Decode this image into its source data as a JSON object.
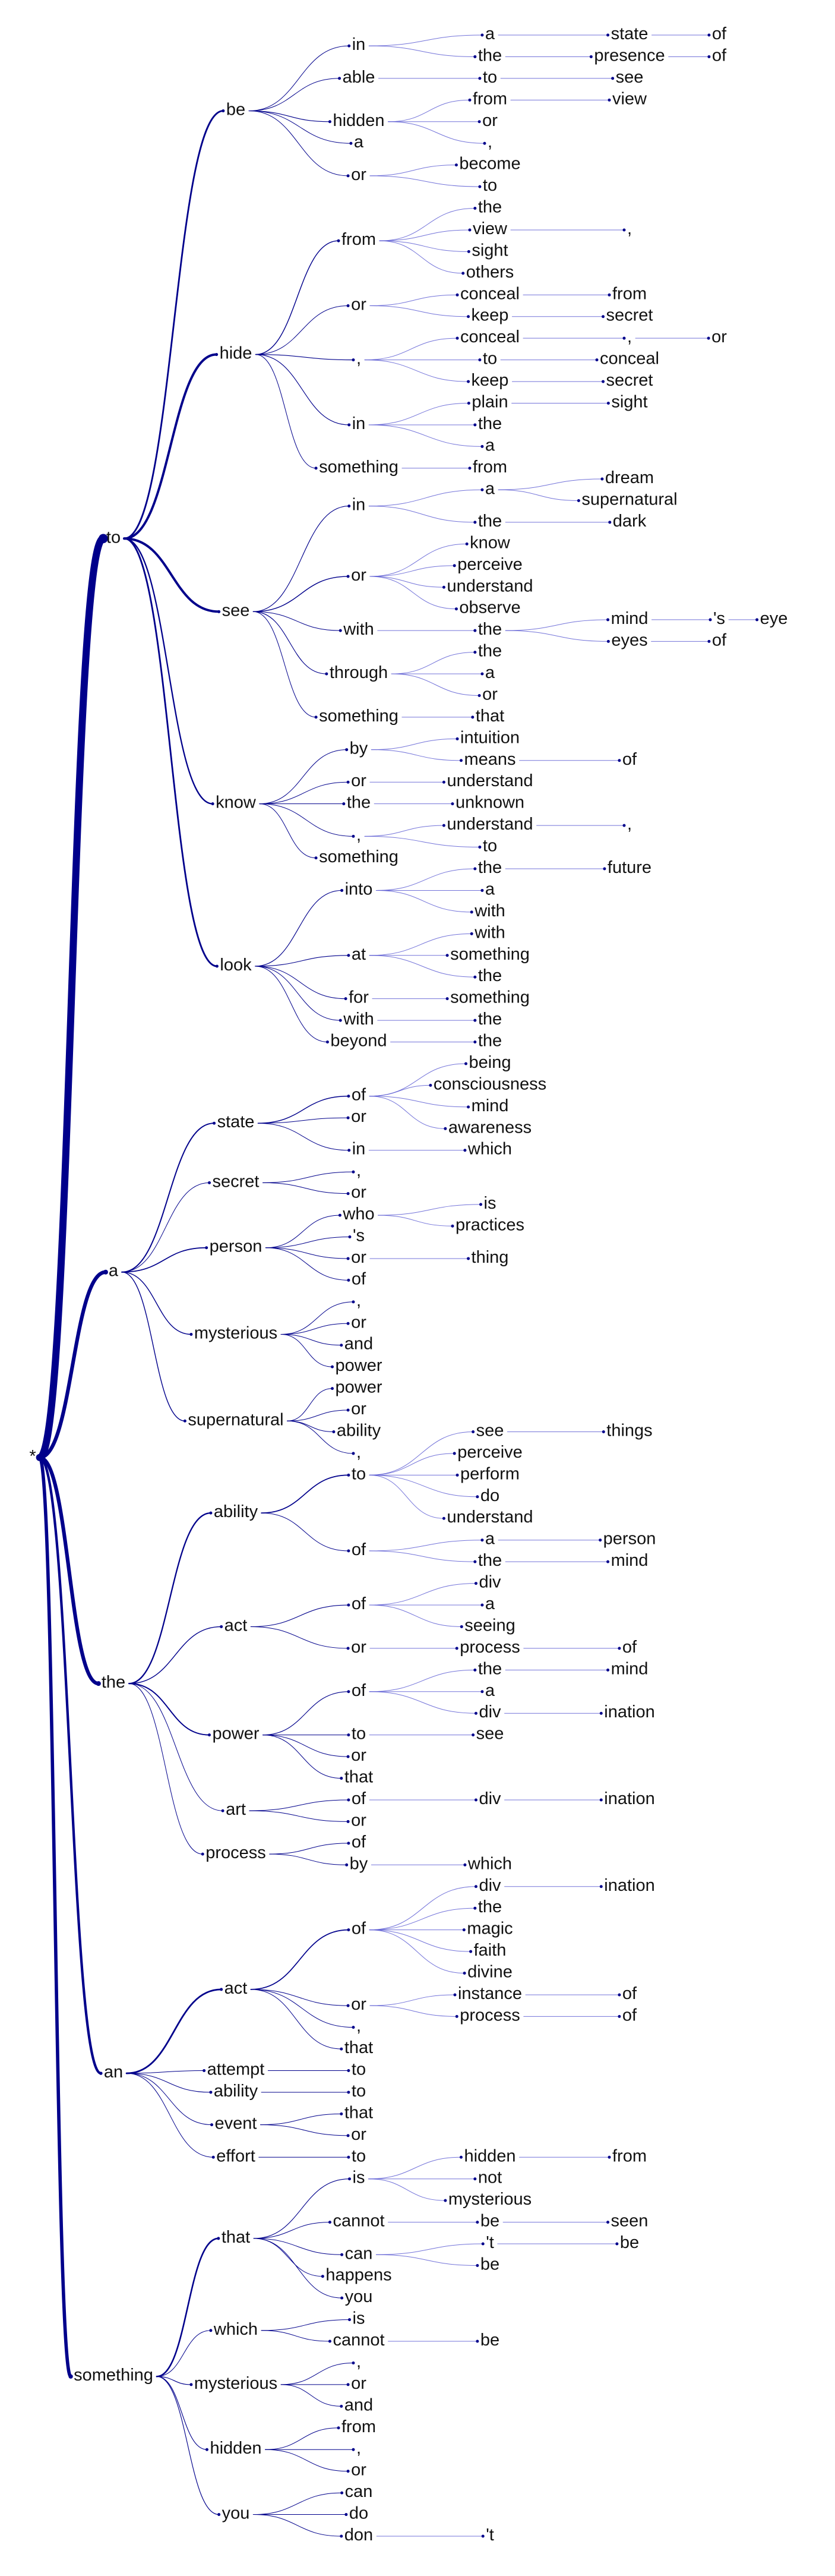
{
  "word_tree": {
    "colors": {
      "strong": "#00008b",
      "light": "#5a5ad2"
    },
    "root": [
      "*",
      [
        [
          "to",
          [
            [
              "be",
              [
                [
                  "in",
                  [
                    [
                      "a",
                      [
                        [
                          "state",
                          [
                            "of"
                          ]
                        ]
                      ]
                    ],
                    [
                      "the",
                      [
                        [
                          "presence",
                          [
                            "of"
                          ]
                        ]
                      ]
                    ]
                  ]
                ],
                [
                  "able",
                  [
                    [
                      "to",
                      [
                        "see"
                      ]
                    ]
                  ]
                ],
                [
                  "hidden",
                  [
                    [
                      "from",
                      [
                        "view"
                      ]
                    ],
                    "or",
                    ","
                  ]
                ],
                "a",
                [
                  "or",
                  [
                    "become",
                    "to"
                  ]
                ]
              ]
            ],
            [
              "hide",
              [
                [
                  "from",
                  [
                    "the",
                    [
                      "view",
                      [
                        ","
                      ]
                    ],
                    "sight",
                    "others"
                  ]
                ],
                [
                  "or",
                  [
                    [
                      "conceal",
                      [
                        "from"
                      ]
                    ],
                    [
                      "keep",
                      [
                        "secret"
                      ]
                    ]
                  ]
                ],
                [
                  ",",
                  [
                    [
                      "conceal",
                      [
                        [
                          ",",
                          [
                            "or"
                          ]
                        ]
                      ]
                    ],
                    [
                      "to",
                      [
                        "conceal"
                      ]
                    ],
                    [
                      "keep",
                      [
                        "secret"
                      ]
                    ]
                  ]
                ],
                [
                  "in",
                  [
                    [
                      "plain",
                      [
                        "sight"
                      ]
                    ],
                    "the",
                    "a"
                  ]
                ],
                [
                  "something",
                  [
                    "from"
                  ]
                ]
              ]
            ],
            [
              "see",
              [
                [
                  "in",
                  [
                    [
                      "a",
                      [
                        "dream",
                        "supernatural"
                      ]
                    ],
                    [
                      "the",
                      [
                        "dark"
                      ]
                    ]
                  ]
                ],
                [
                  "or",
                  [
                    "know",
                    "perceive",
                    "understand",
                    "observe"
                  ]
                ],
                [
                  "with",
                  [
                    [
                      "the",
                      [
                        [
                          "mind",
                          [
                            [
                              "'s",
                              [
                                "eye"
                              ]
                            ]
                          ]
                        ],
                        [
                          "eyes",
                          [
                            "of"
                          ]
                        ]
                      ]
                    ]
                  ]
                ],
                [
                  "through",
                  [
                    "the",
                    "a",
                    "or"
                  ]
                ],
                [
                  "something",
                  [
                    "that"
                  ]
                ]
              ]
            ],
            [
              "know",
              [
                [
                  "by",
                  [
                    "intuition",
                    [
                      "means",
                      [
                        "of"
                      ]
                    ]
                  ]
                ],
                [
                  "or",
                  [
                    "understand"
                  ]
                ],
                [
                  "the",
                  [
                    "unknown"
                  ]
                ],
                [
                  ",",
                  [
                    [
                      "understand",
                      [
                        ","
                      ]
                    ],
                    "to"
                  ]
                ],
                "something"
              ]
            ],
            [
              "look",
              [
                [
                  "into",
                  [
                    [
                      "the",
                      [
                        "future"
                      ]
                    ],
                    "a",
                    "with"
                  ]
                ],
                [
                  "at",
                  [
                    "with",
                    "something",
                    "the"
                  ]
                ],
                [
                  "for",
                  [
                    "something"
                  ]
                ],
                [
                  "with",
                  [
                    "the"
                  ]
                ],
                [
                  "beyond",
                  [
                    "the"
                  ]
                ]
              ]
            ]
          ]
        ],
        [
          "a",
          [
            [
              "state",
              [
                [
                  "of",
                  [
                    "being",
                    "consciousness",
                    "mind",
                    "awareness"
                  ]
                ],
                "or",
                [
                  "in",
                  [
                    "which"
                  ]
                ]
              ]
            ],
            [
              "secret",
              [
                ",",
                "or"
              ]
            ],
            [
              "person",
              [
                [
                  "who",
                  [
                    "is",
                    "practices"
                  ]
                ],
                "'s",
                [
                  "or",
                  [
                    "thing"
                  ]
                ],
                "of"
              ]
            ],
            [
              "mysterious",
              [
                ",",
                "or",
                "and",
                "power"
              ]
            ],
            [
              "supernatural",
              [
                "power",
                "or",
                "ability",
                ","
              ]
            ]
          ]
        ],
        [
          "the",
          [
            [
              "ability",
              [
                [
                  "to",
                  [
                    [
                      "see",
                      [
                        "things"
                      ]
                    ],
                    "perceive",
                    "perform",
                    "do",
                    "understand"
                  ]
                ],
                [
                  "of",
                  [
                    [
                      "a",
                      [
                        "person"
                      ]
                    ],
                    [
                      "the",
                      [
                        "mind"
                      ]
                    ]
                  ]
                ]
              ]
            ],
            [
              "act",
              [
                [
                  "of",
                  [
                    "div",
                    "a",
                    "seeing"
                  ]
                ],
                [
                  "or",
                  [
                    [
                      "process",
                      [
                        "of"
                      ]
                    ]
                  ]
                ]
              ]
            ],
            [
              "power",
              [
                [
                  "of",
                  [
                    [
                      "the",
                      [
                        "mind"
                      ]
                    ],
                    "a",
                    [
                      "div",
                      [
                        "ination"
                      ]
                    ]
                  ]
                ],
                [
                  "to",
                  [
                    "see"
                  ]
                ],
                "or",
                "that"
              ]
            ],
            [
              "art",
              [
                [
                  "of",
                  [
                    [
                      "div",
                      [
                        "ination"
                      ]
                    ]
                  ]
                ],
                "or"
              ]
            ],
            [
              "process",
              [
                "of",
                [
                  "by",
                  [
                    "which"
                  ]
                ]
              ]
            ]
          ]
        ],
        [
          "an",
          [
            [
              "act",
              [
                [
                  "of",
                  [
                    [
                      "div",
                      [
                        "ination"
                      ]
                    ],
                    "the",
                    "magic",
                    "faith",
                    "divine"
                  ]
                ],
                [
                  "or",
                  [
                    [
                      "instance",
                      [
                        "of"
                      ]
                    ],
                    [
                      "process",
                      [
                        "of"
                      ]
                    ]
                  ]
                ],
                ",",
                "that"
              ]
            ],
            [
              "attempt",
              [
                "to"
              ]
            ],
            [
              "ability",
              [
                "to"
              ]
            ],
            [
              "event",
              [
                "that",
                "or"
              ]
            ],
            [
              "effort",
              [
                "to"
              ]
            ]
          ]
        ],
        [
          "something",
          [
            [
              "that",
              [
                [
                  "is",
                  [
                    [
                      "hidden",
                      [
                        "from"
                      ]
                    ],
                    "not",
                    "mysterious"
                  ]
                ],
                [
                  "cannot",
                  [
                    [
                      "be",
                      [
                        "seen"
                      ]
                    ]
                  ]
                ],
                [
                  "can",
                  [
                    [
                      "'t",
                      [
                        "be"
                      ]
                    ],
                    "be"
                  ]
                ],
                "happens",
                "you"
              ]
            ],
            [
              "which",
              [
                "is",
                [
                  "cannot",
                  [
                    "be"
                  ]
                ]
              ]
            ],
            [
              "mysterious",
              [
                ",",
                "or",
                "and"
              ]
            ],
            [
              "hidden",
              [
                "from",
                ",",
                "or"
              ]
            ],
            [
              "you",
              [
                "can",
                "do",
                [
                  "don",
                  [
                    "'t"
                  ]
                ]
              ]
            ]
          ]
        ]
      ]
    ]
  }
}
